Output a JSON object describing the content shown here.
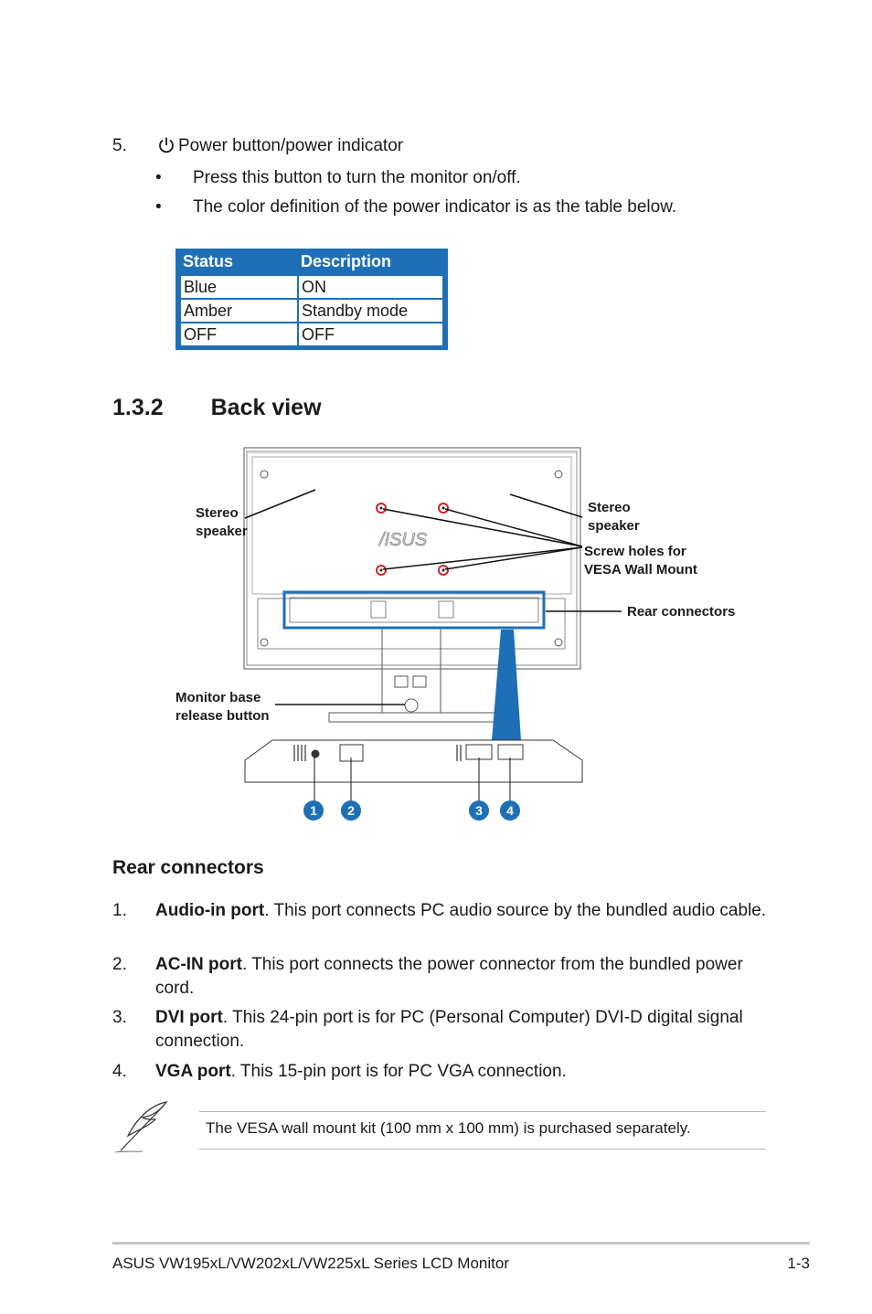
{
  "item5": {
    "number": "5.",
    "title": "Power button/power indicator",
    "bullets": [
      "Press this button to turn the monitor on/off.",
      "The color definition of the power indicator is as the table below."
    ]
  },
  "status_table": {
    "headers": [
      "Status",
      "Description"
    ],
    "rows": [
      [
        "Blue",
        "ON"
      ],
      [
        "Amber",
        "Standby mode"
      ],
      [
        "OFF",
        "OFF"
      ]
    ]
  },
  "section": {
    "number": "1.3.2",
    "title": "Back view"
  },
  "diagram": {
    "logo_text": "/ISUS",
    "labels": {
      "stereo_speaker_left": [
        "Stereo",
        "speaker"
      ],
      "stereo_speaker_right": [
        "Stereo",
        "speaker"
      ],
      "screw_holes": [
        "Screw holes for",
        "VESA Wall Mount"
      ],
      "rear_connectors": "Rear connectors",
      "base_release": [
        "Monitor base",
        "release button"
      ]
    },
    "badges": [
      "1",
      "2",
      "3",
      "4"
    ]
  },
  "rear_connectors": {
    "heading": "Rear connectors",
    "items": [
      {
        "num": "1.",
        "term": "Audio-in port",
        "text": ". This port connects PC audio source by the bundled audio cable."
      },
      {
        "num": "2.",
        "term": "AC-IN port",
        "text": ". This port connects the power connector from the bundled power cord."
      },
      {
        "num": "3.",
        "term": "DVI port",
        "text": ". This 24-pin port is for PC (Personal Computer) DVI-D digital signal connection."
      },
      {
        "num": "4.",
        "term": "VGA port",
        "text": ". This 15-pin port is for PC VGA connection."
      }
    ]
  },
  "note": {
    "text": "The VESA wall mount kit (100 mm x 100 mm) is purchased separately.",
    "icon": "feather-pen-icon"
  },
  "footer": {
    "left": "ASUS VW195xL/VW202xL/VW225xL Series LCD Monitor",
    "right": "1-3"
  },
  "colors": {
    "accent": "#1e6fb6",
    "screw": "#d2232a"
  }
}
